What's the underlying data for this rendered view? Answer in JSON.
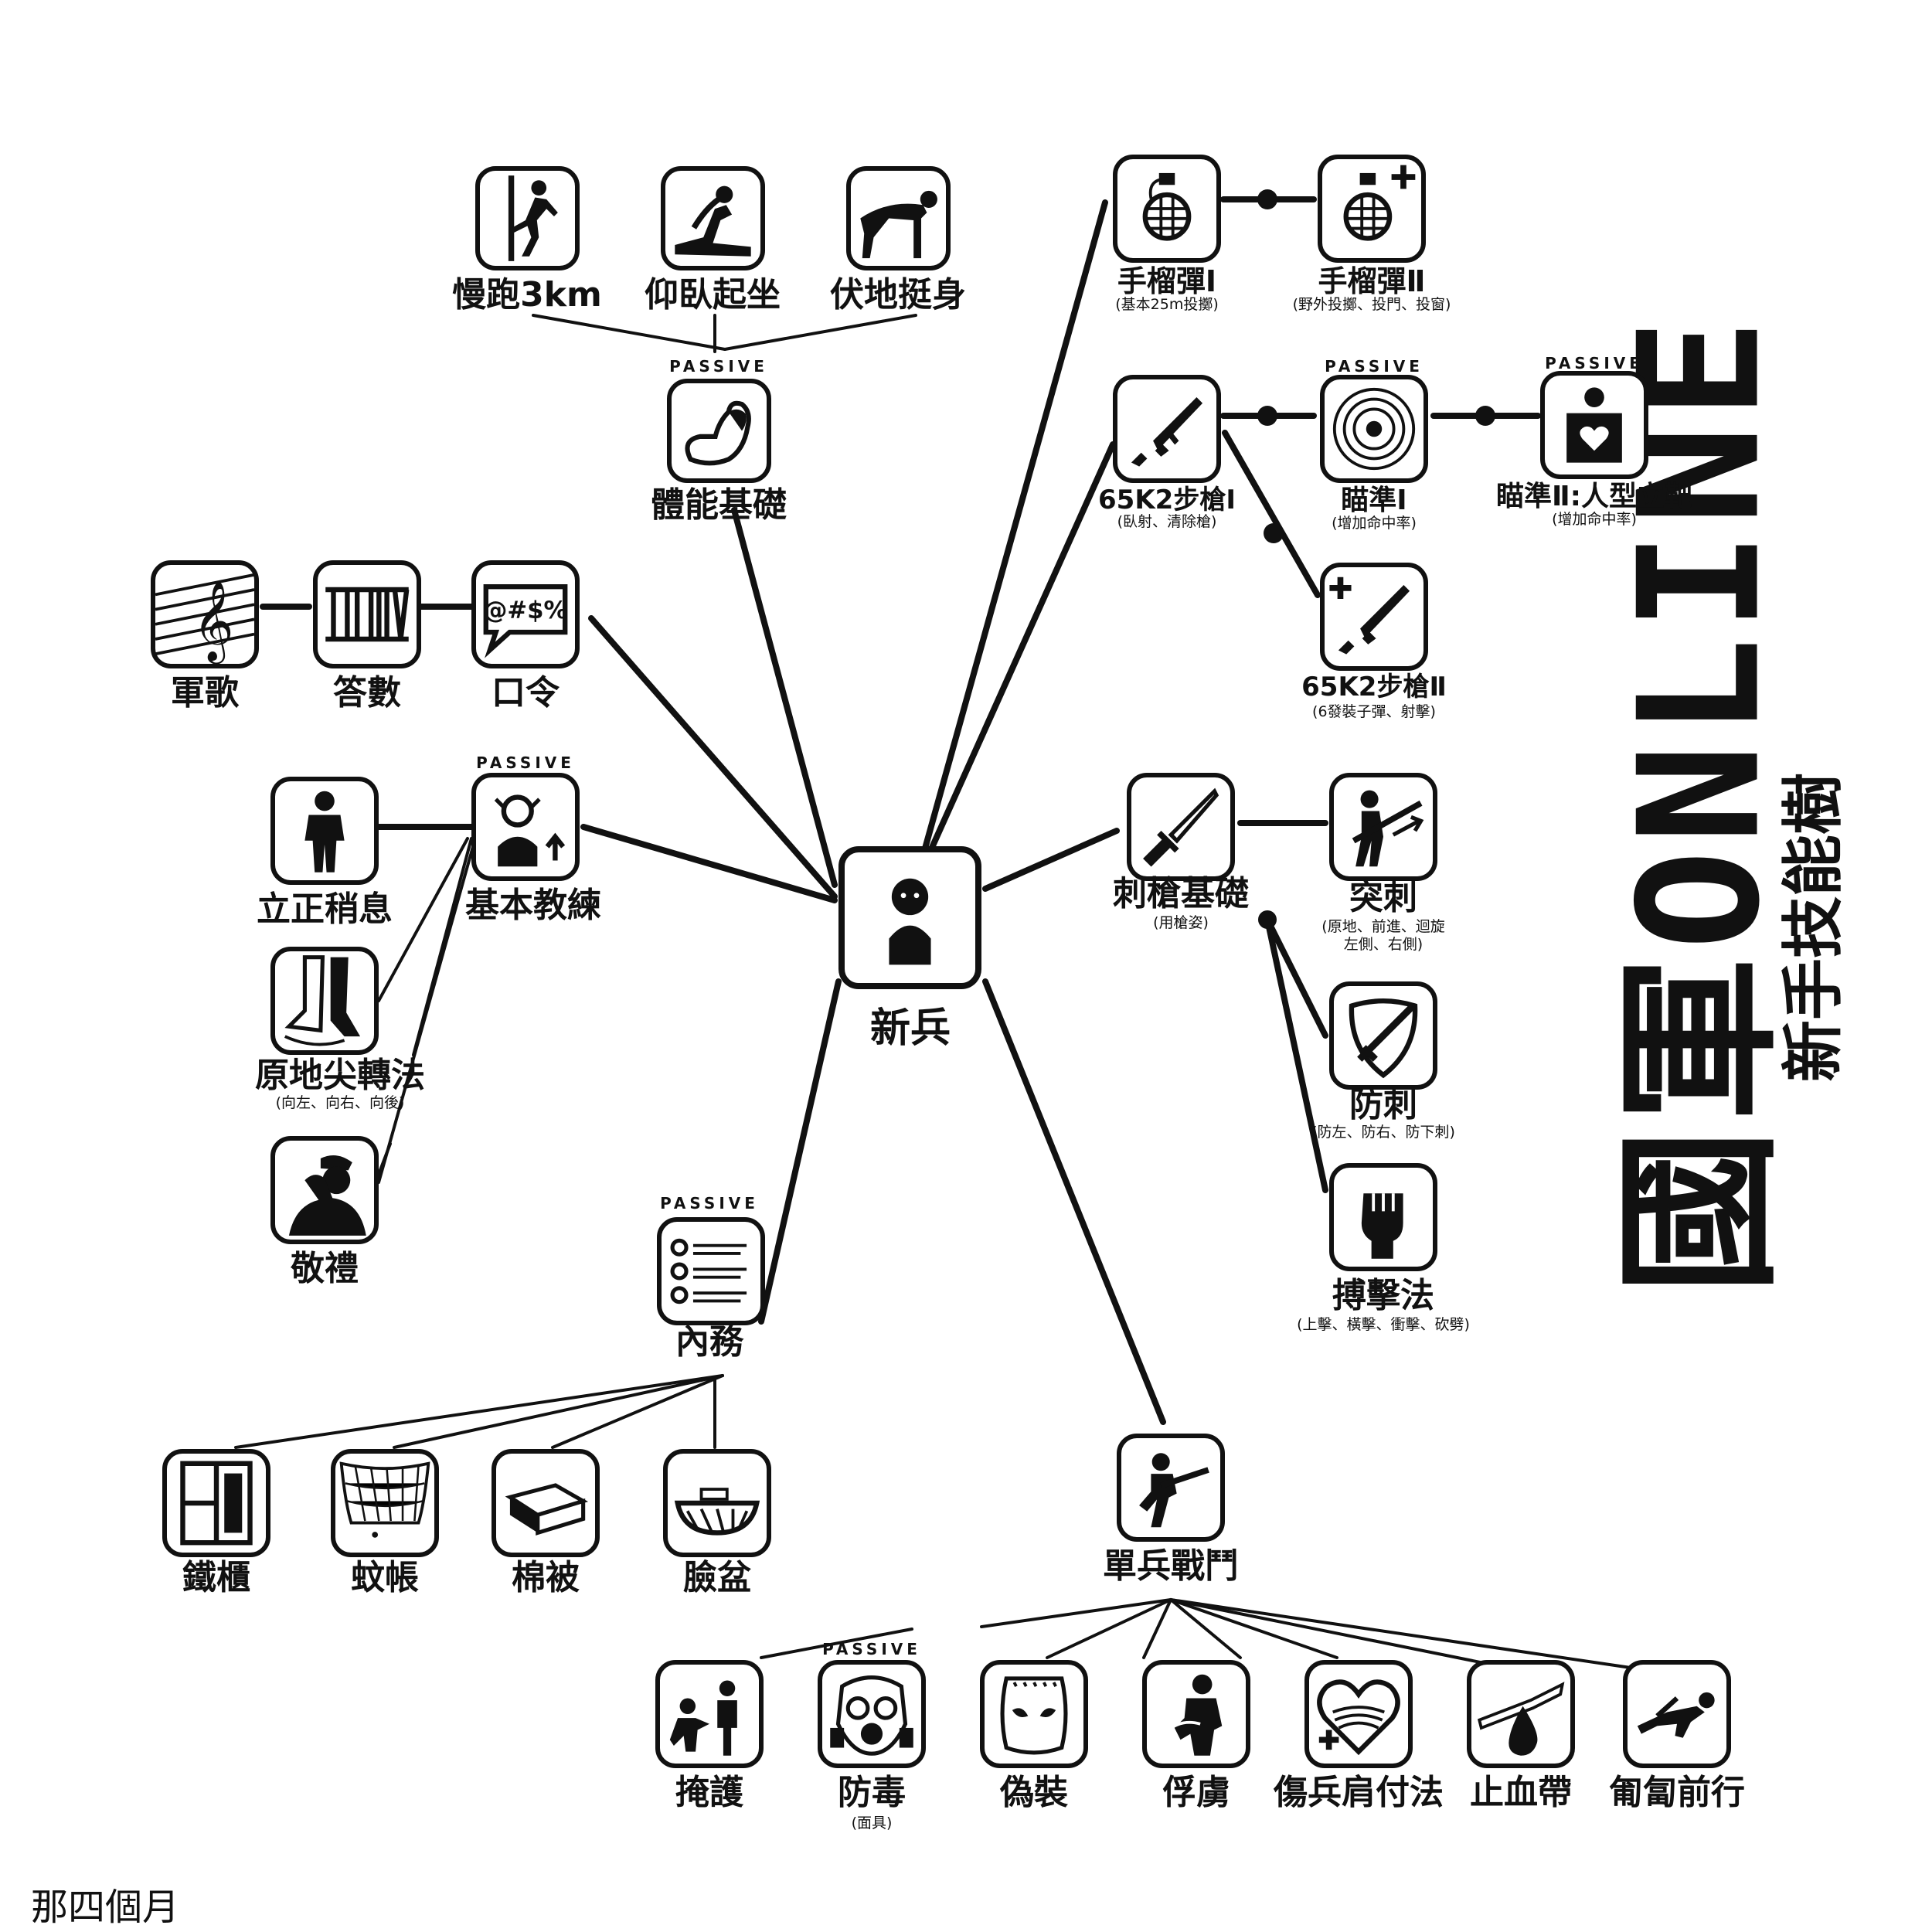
{
  "title": "國軍ONLINE",
  "subtitle": "新手技能樹",
  "signature": "那四個月",
  "passive_label": "PASSIVE",
  "nodes": {
    "recruit": {
      "label": "新兵",
      "icon": "recruit-icon"
    },
    "physical": {
      "label": "體能基礎",
      "icon": "muscle-arm-icon",
      "passive": true
    },
    "jog": {
      "label": "慢跑3km",
      "icon": "runner-icon"
    },
    "situp": {
      "label": "仰臥起坐",
      "icon": "situp-icon"
    },
    "pushup": {
      "label": "伏地挺身",
      "icon": "pushup-icon"
    },
    "grenade1": {
      "label": "手榴彈Ⅰ",
      "sub": "(基本25m投擲)",
      "icon": "grenade-icon"
    },
    "grenade2": {
      "label": "手榴彈Ⅱ",
      "sub": "(野外投擲、投門、投窗)",
      "icon": "grenade-plus-icon"
    },
    "rifle1": {
      "label": "65K2步槍Ⅰ",
      "sub": "(臥射、清除槍)",
      "icon": "rifle-icon"
    },
    "aim1": {
      "label": "瞄準Ⅰ",
      "sub": "(增加命中率)",
      "icon": "target-icon",
      "passive": true
    },
    "aim2": {
      "label": "瞄準Ⅱ:人型立靶",
      "sub": "(增加命中率)",
      "icon": "human-target-icon",
      "passive": true
    },
    "rifle2": {
      "label": "65K2步槍Ⅱ",
      "sub": "(6發裝子彈、射擊)",
      "icon": "rifle-plus-icon"
    },
    "command": {
      "label": "口令",
      "icon": "speech-bubble-icon"
    },
    "count": {
      "label": "答數",
      "icon": "roman-numerals-icon"
    },
    "song": {
      "label": "軍歌",
      "icon": "treble-clef-icon"
    },
    "drill": {
      "label": "基本教練",
      "icon": "drill-icon",
      "passive": true
    },
    "attention": {
      "label": "立正稍息",
      "icon": "standing-soldier-icon"
    },
    "turn": {
      "label": "原地尖轉法",
      "sub": "(向左、向右、向後)",
      "icon": "feet-turn-icon"
    },
    "salute": {
      "label": "敬禮",
      "icon": "salute-icon"
    },
    "bayonet": {
      "label": "刺槍基礎",
      "sub": "(用槍姿)",
      "icon": "bayonet-icon"
    },
    "thrust": {
      "label": "突刺",
      "sub": "(原地、前進、迴旋\n左側、右側)",
      "icon": "thrust-icon"
    },
    "parry": {
      "label": "防刺",
      "sub": "(防左、防右、防下刺)",
      "icon": "shield-sword-icon"
    },
    "strike": {
      "label": "搏擊法",
      "sub": "(上擊、橫擊、衝擊、砍劈)",
      "icon": "fist-icon"
    },
    "housekeeping": {
      "label": "內務",
      "icon": "checklist-icon",
      "passive": true
    },
    "locker": {
      "label": "鐵櫃",
      "icon": "locker-icon"
    },
    "mosquito": {
      "label": "蚊帳",
      "icon": "mosquito-net-icon"
    },
    "quilt": {
      "label": "棉被",
      "icon": "quilt-icon"
    },
    "basin": {
      "label": "臉盆",
      "icon": "basin-icon"
    },
    "combat": {
      "label": "單兵戰鬥",
      "icon": "combat-soldier-icon"
    },
    "cover": {
      "label": "掩護",
      "icon": "cover-icon"
    },
    "gasmask": {
      "label": "防毒",
      "sub": "(面具)",
      "icon": "gas-mask-icon",
      "passive": true
    },
    "camo": {
      "label": "偽裝",
      "icon": "camouflage-face-icon"
    },
    "captive": {
      "label": "俘虜",
      "icon": "captive-icon"
    },
    "firstaid": {
      "label": "傷兵肩付法",
      "icon": "heart-plus-icon"
    },
    "tourniquet": {
      "label": "止血帶",
      "icon": "blood-drop-icon"
    },
    "crawl": {
      "label": "匍匐前行",
      "icon": "crawl-icon"
    }
  }
}
